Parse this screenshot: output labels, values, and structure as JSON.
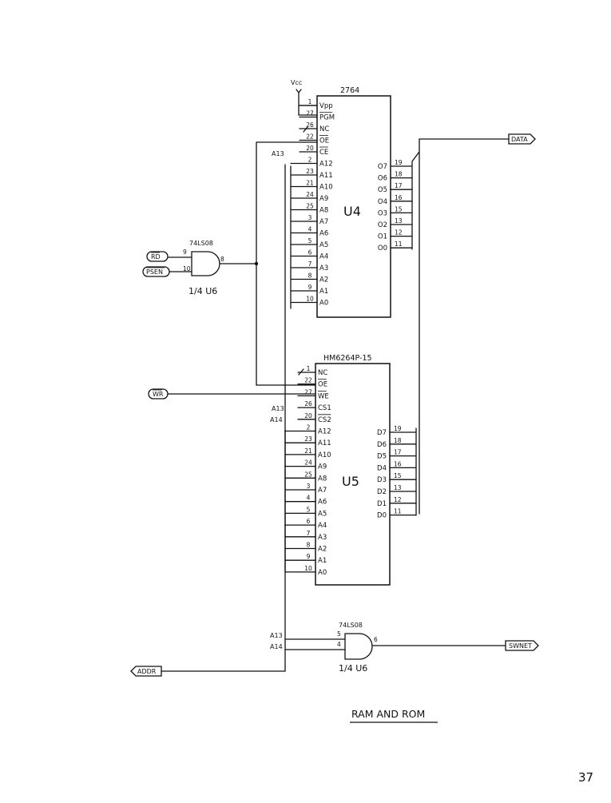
{
  "power": {
    "vcc": "Vcc"
  },
  "u4": {
    "part": "2764",
    "ref": "U4",
    "left_pins": [
      {
        "num": "1",
        "label": "Vpp"
      },
      {
        "num": "27",
        "label": "PGM",
        "bar": true
      },
      {
        "num": "26",
        "label": "NC"
      },
      {
        "num": "22",
        "label": "OE",
        "bar": true
      },
      {
        "num": "20",
        "label": "CE",
        "bar": true
      },
      {
        "num": "2",
        "label": "A12"
      },
      {
        "num": "23",
        "label": "A11"
      },
      {
        "num": "21",
        "label": "A10"
      },
      {
        "num": "24",
        "label": "A9"
      },
      {
        "num": "25",
        "label": "A8"
      },
      {
        "num": "3",
        "label": "A7"
      },
      {
        "num": "4",
        "label": "A6"
      },
      {
        "num": "5",
        "label": "A5"
      },
      {
        "num": "6",
        "label": "A4"
      },
      {
        "num": "7",
        "label": "A3"
      },
      {
        "num": "8",
        "label": "A2"
      },
      {
        "num": "9",
        "label": "A1"
      },
      {
        "num": "10",
        "label": "A0"
      }
    ],
    "right_pins": [
      {
        "num": "19",
        "label": "O7"
      },
      {
        "num": "18",
        "label": "O6"
      },
      {
        "num": "17",
        "label": "O5"
      },
      {
        "num": "16",
        "label": "O4"
      },
      {
        "num": "15",
        "label": "O3"
      },
      {
        "num": "13",
        "label": "O2"
      },
      {
        "num": "12",
        "label": "O1"
      },
      {
        "num": "11",
        "label": "O0"
      }
    ],
    "ce_net": "A13"
  },
  "u5": {
    "part": "HM6264P-15",
    "ref": "U5",
    "left_pins": [
      {
        "num": "1",
        "label": "NC"
      },
      {
        "num": "22",
        "label": "OE",
        "bar": true
      },
      {
        "num": "27",
        "label": "WE",
        "bar": true
      },
      {
        "num": "26",
        "label": "CS1"
      },
      {
        "num": "20",
        "label": "CS2",
        "bar": true
      },
      {
        "num": "2",
        "label": "A12"
      },
      {
        "num": "23",
        "label": "A11"
      },
      {
        "num": "21",
        "label": "A10"
      },
      {
        "num": "24",
        "label": "A9"
      },
      {
        "num": "25",
        "label": "A8"
      },
      {
        "num": "3",
        "label": "A7"
      },
      {
        "num": "4",
        "label": "A6"
      },
      {
        "num": "5",
        "label": "A5"
      },
      {
        "num": "6",
        "label": "A4"
      },
      {
        "num": "7",
        "label": "A3"
      },
      {
        "num": "8",
        "label": "A2"
      },
      {
        "num": "9",
        "label": "A1"
      },
      {
        "num": "10",
        "label": "A0"
      }
    ],
    "right_pins": [
      {
        "num": "19",
        "label": "D7"
      },
      {
        "num": "18",
        "label": "D6"
      },
      {
        "num": "17",
        "label": "D5"
      },
      {
        "num": "16",
        "label": "D4"
      },
      {
        "num": "15",
        "label": "D3"
      },
      {
        "num": "13",
        "label": "D2"
      },
      {
        "num": "12",
        "label": "D1"
      },
      {
        "num": "11",
        "label": "D0"
      }
    ],
    "cs1_net": "A13",
    "cs2_net": "A14"
  },
  "gate_upper": {
    "part": "74LS08",
    "ref": "1/4 U6",
    "in_a_num": "9",
    "in_b_num": "10",
    "out_num": "8"
  },
  "gate_lower": {
    "part": "74LS08",
    "ref": "1/4 U6",
    "in_a_num": "5",
    "in_b_num": "4",
    "out_num": "6",
    "in_a_net": "A13",
    "in_b_net": "A14"
  },
  "ports": {
    "rd": "RD",
    "psen": "PSEN",
    "wr": "WR",
    "data": "DATA",
    "addr": "ADDR",
    "swnet": "SWNET"
  },
  "title": "RAM AND ROM",
  "page_number": "37"
}
